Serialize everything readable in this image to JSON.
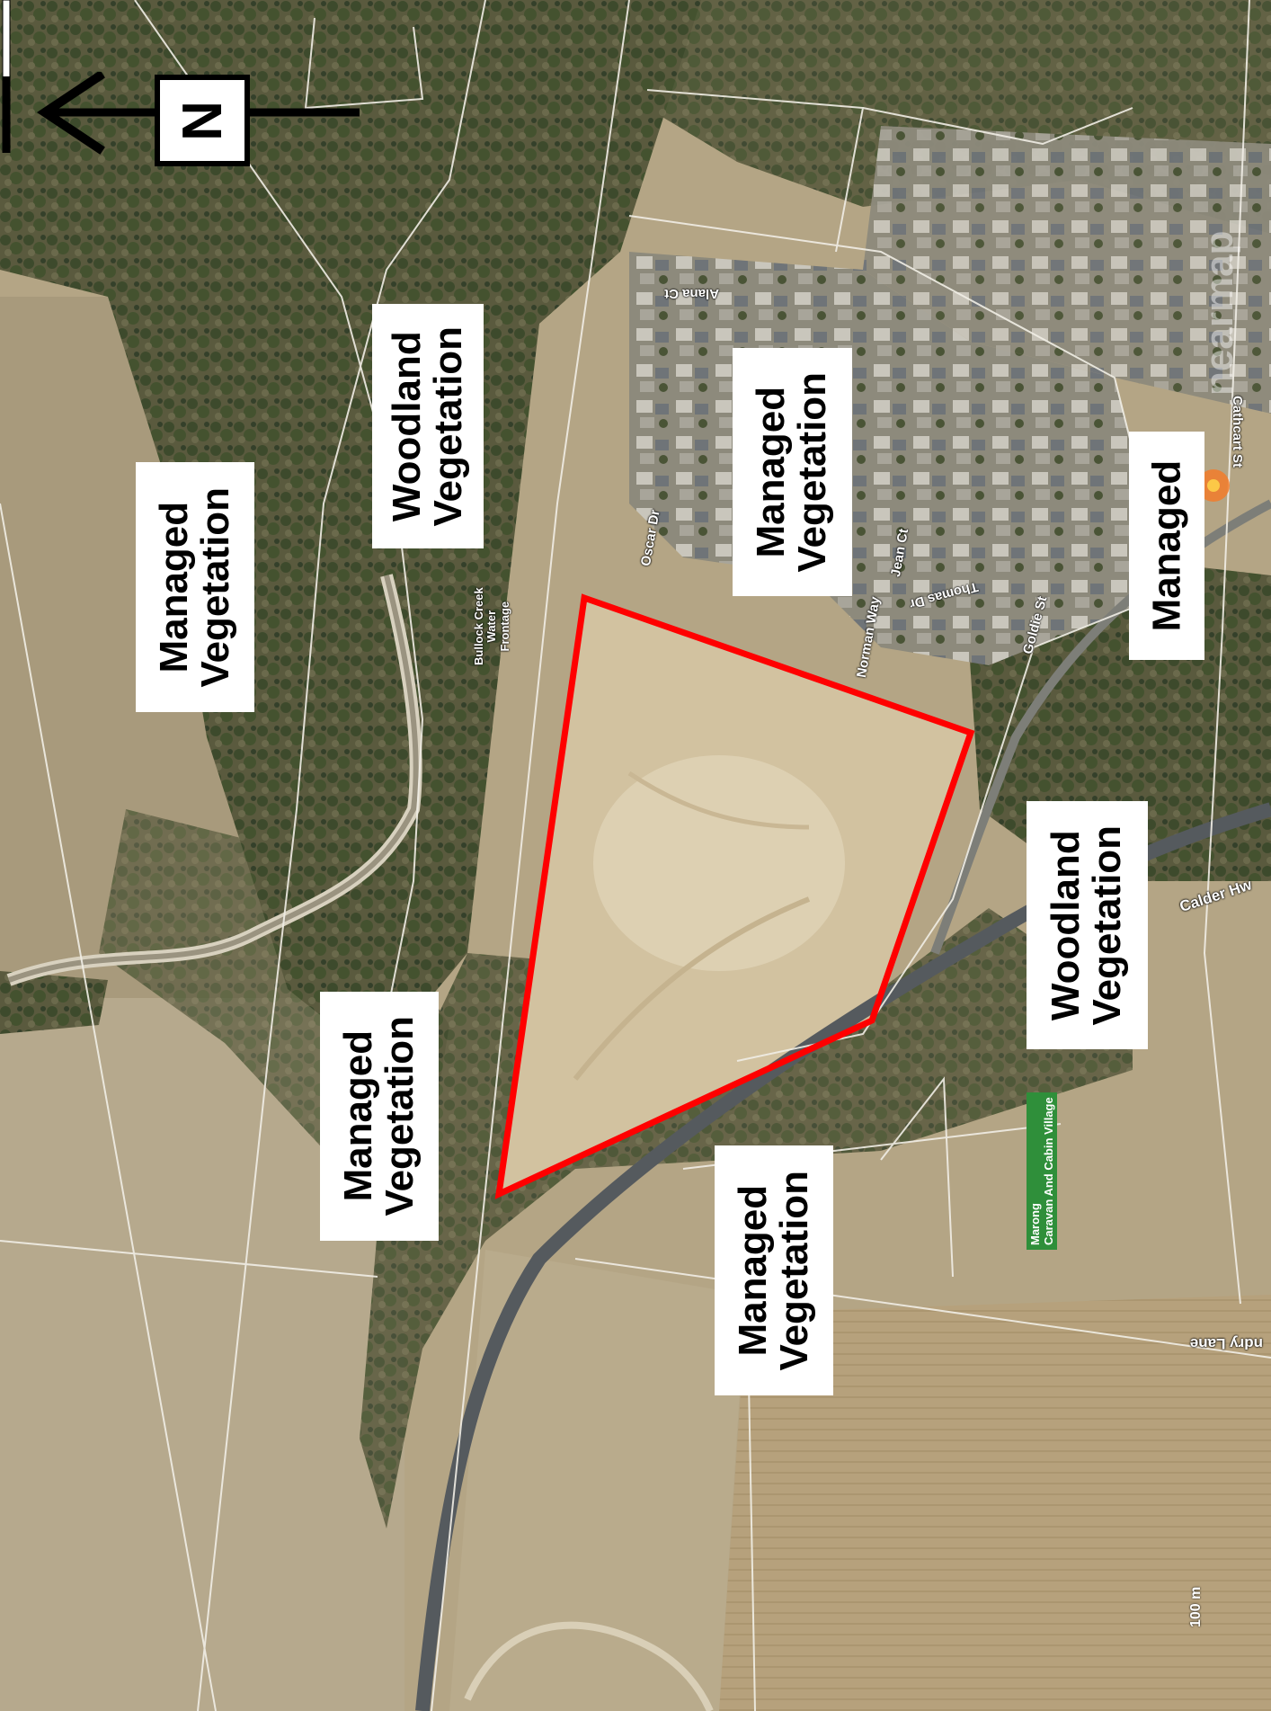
{
  "map": {
    "north_arrow": {
      "letter": "N"
    },
    "labels": [
      {
        "id": "managed-vegetation-west",
        "lines": [
          "Managed",
          "Vegetation"
        ]
      },
      {
        "id": "woodland-vegetation-northwest",
        "lines": [
          "Woodland",
          "Vegetation"
        ]
      },
      {
        "id": "managed-vegetation-residential",
        "lines": [
          "Managed",
          "Vegetation"
        ]
      },
      {
        "id": "managed-east",
        "lines": [
          "Managed"
        ]
      },
      {
        "id": "woodland-vegetation-east",
        "lines": [
          "Woodland",
          "Vegetation"
        ]
      },
      {
        "id": "managed-vegetation-southwest",
        "lines": [
          "Managed",
          "Vegetation"
        ]
      },
      {
        "id": "managed-vegetation-south",
        "lines": [
          "Managed",
          "Vegetation"
        ]
      }
    ],
    "creek_label": [
      "Bullock Creek",
      "Water",
      "Frontage"
    ],
    "streets": {
      "alana_ct": "Alana Ct",
      "oscar_dr": "Oscar Dr",
      "norman_way": "Norman Way",
      "jean_ct": "Jean Ct",
      "thomas_dr": "Thomas Dr",
      "goldie_st": "Goldie St",
      "cathcart_st": "Cathcart St",
      "calder_hwy": "Calder Hw",
      "lane": "ndry Lane"
    },
    "poi": [
      "Marong",
      "Caravan And Cabin Village"
    ],
    "scale_bar": "100 m",
    "watermark": "nearmap",
    "site_boundary_color": "#ff0000"
  }
}
